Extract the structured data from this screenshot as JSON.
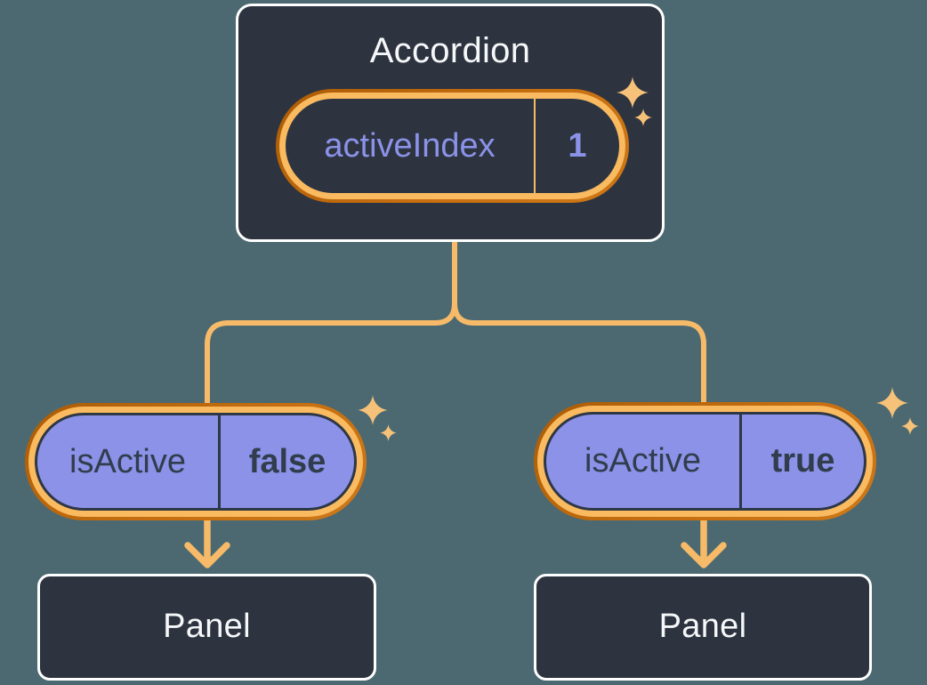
{
  "diagram": {
    "accordion": {
      "title": "Accordion",
      "state": {
        "name": "activeIndex",
        "value": "1"
      }
    },
    "children": [
      {
        "prop": {
          "name": "isActive",
          "value": "false"
        },
        "panel": "Panel"
      },
      {
        "prop": {
          "name": "isActive",
          "value": "true"
        },
        "panel": "Panel"
      }
    ],
    "icons": {
      "sparkle": "✦"
    },
    "colors": {
      "background": "#4C6971",
      "card_background": "#2D3440",
      "card_border": "#FFFFFF",
      "card_text": "#F6F7F9",
      "highlight_ring_outer": "#BE6609",
      "highlight_ring_inner": "#F9BA60",
      "connector_line": "#F6BA68",
      "sparkle": "#F6C178",
      "state_text": "#8B92E8",
      "prop_pill_fill": "#8B92E8",
      "prop_pill_outline": "#2E3745",
      "prop_text": "#313D4D"
    }
  }
}
